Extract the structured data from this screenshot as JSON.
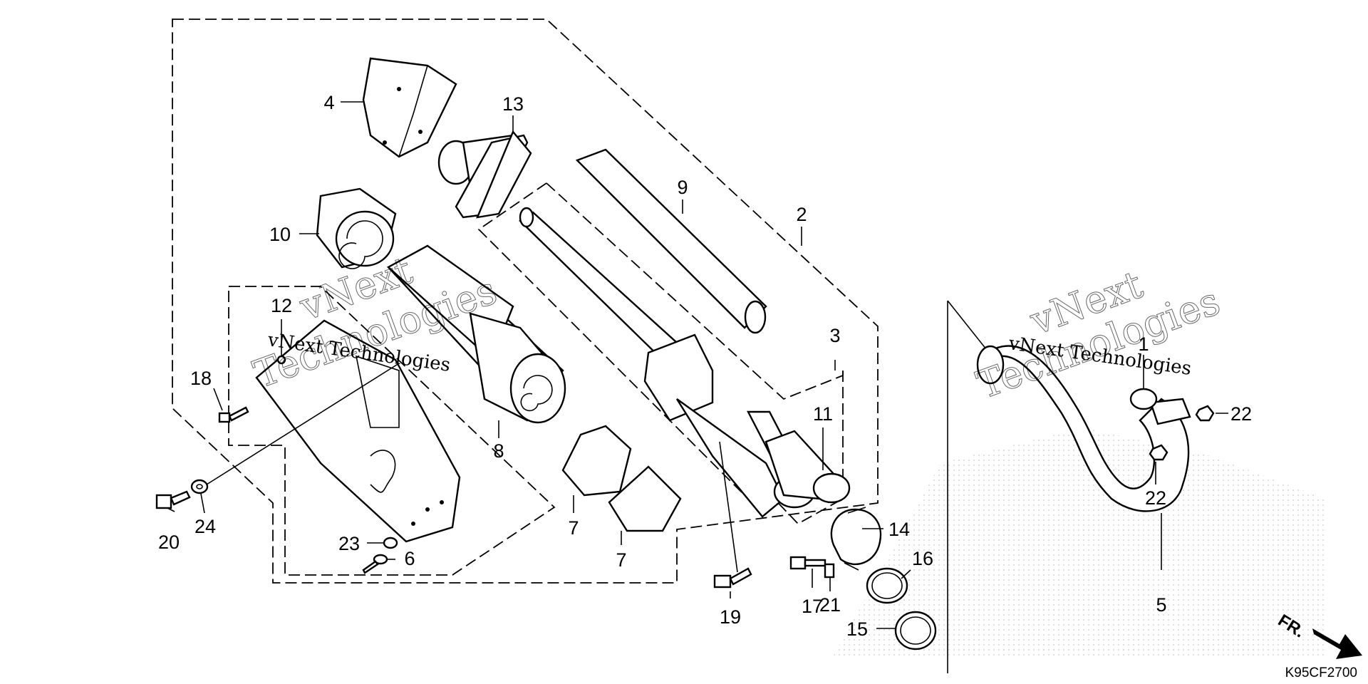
{
  "callouts": {
    "p1": "1",
    "p2": "2",
    "p3": "3",
    "p4": "4",
    "p5": "5",
    "p6": "6",
    "p7a": "7",
    "p7b": "7",
    "p8": "8",
    "p9": "9",
    "p10": "10",
    "p11": "11",
    "p12": "12",
    "p13": "13",
    "p14": "14",
    "p15": "15",
    "p16": "16",
    "p17": "17",
    "p18": "18",
    "p19": "19",
    "p20": "20",
    "p21": "21",
    "p22a": "22",
    "p22b": "22",
    "p23": "23",
    "p24": "24"
  },
  "watermark": {
    "line1": "vNext",
    "line2": "Technologies",
    "small": "vNext Technologies"
  },
  "direction_label": "FR.",
  "diagram_code": "K95CF2700"
}
